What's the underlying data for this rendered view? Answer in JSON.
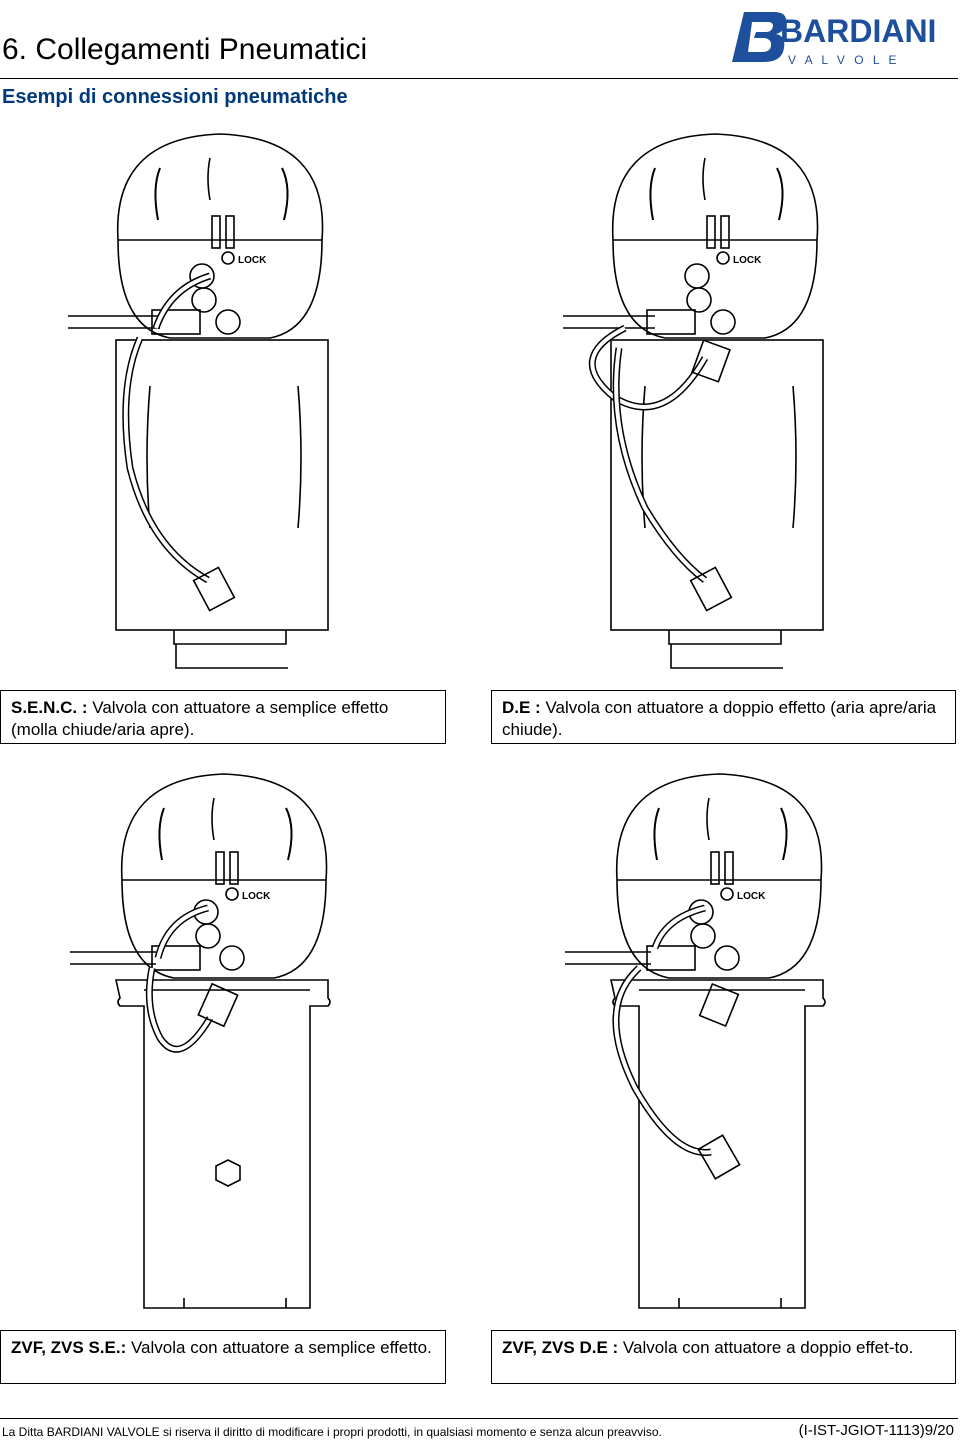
{
  "header": {
    "title": "6. Collegamenti Pneumatici",
    "subtitle": "Esempi di connessioni pneumatiche",
    "logo": {
      "brand": "BARDIANI",
      "tagline": "V A L V O L E",
      "brand_color": "#1e4f9c"
    }
  },
  "figures": [
    {
      "code": "S.E.N.C. :",
      "text": "Valvola con attuatore a semplice effetto (molla chiude/aria apre)."
    },
    {
      "code": "D.E :",
      "text": "Valvola con attuatore a doppio effetto (aria apre/aria chiude)."
    },
    {
      "code": "ZVF, ZVS S.E.:",
      "text": "Valvola con attuatore a semplice effetto."
    },
    {
      "code": "ZVF, ZVS D.E :",
      "text": "Valvola con attuatore a doppio effet-to."
    }
  ],
  "drawing_labels": {
    "lock": "LOCK"
  },
  "footer": {
    "notice": "La Ditta BARDIANI VALVOLE si riserva il diritto di modificare i propri prodotti, in qualsiasi momento e senza alcun preavviso.",
    "doc_code": "(I-IST-JGIOT-1113)9/20"
  }
}
